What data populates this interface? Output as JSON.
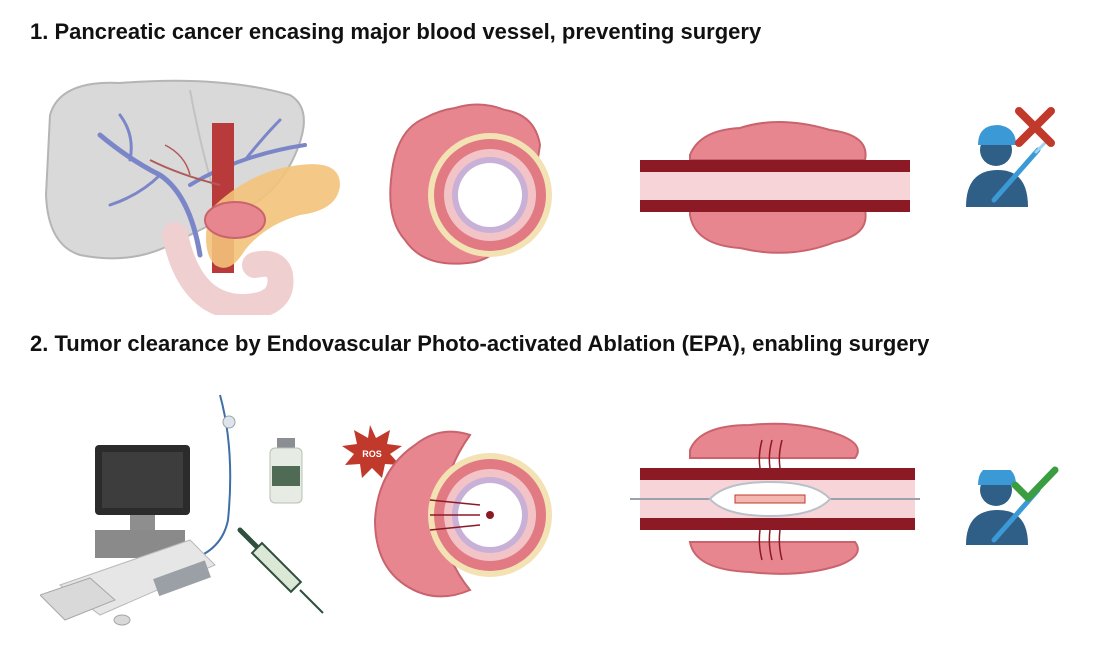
{
  "sections": [
    {
      "heading": "1. Pancreatic cancer encasing major blood vessel, preventing surgery",
      "status": "cross",
      "status_color": "#c0392b"
    },
    {
      "heading": "2. Tumor clearance by Endovascular Photo-activated Ablation (EPA), enabling surgery",
      "status": "check",
      "status_color": "#3a9d3f"
    }
  ],
  "labels": {
    "ros": "ROS"
  },
  "colors": {
    "tumor": "#e8868f",
    "tumor_dark": "#c9646e",
    "vessel_wall": "#8b1a24",
    "vessel_lumen": "#f7d4d8",
    "liver": "#d9d9d9",
    "pancreas": "#f3c27a",
    "vein": "#7b86c9",
    "surgeon": "#2f5f86",
    "cap": "#3b9ad6",
    "ros_burst": "#c0392b",
    "syringe": "#2f4f3f"
  }
}
